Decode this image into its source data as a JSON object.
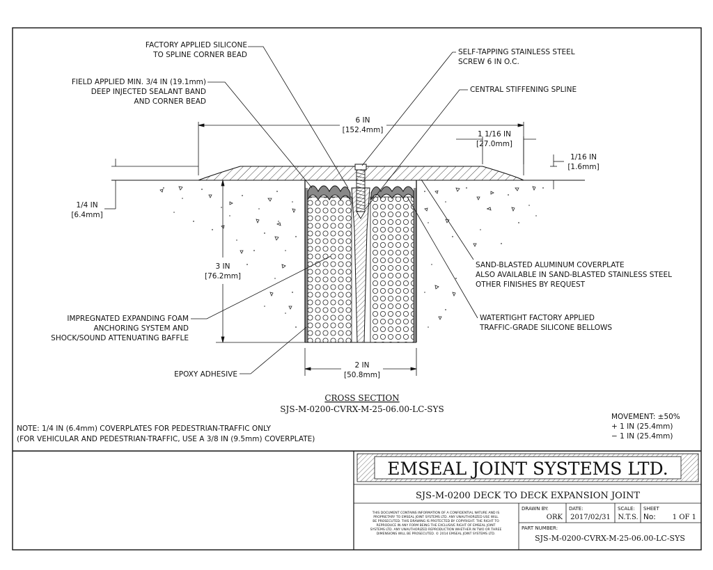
{
  "callouts": {
    "factory_silicone": [
      "FACTORY APPLIED SILICONE",
      "TO SPLINE CORNER BEAD"
    ],
    "field_sealant": [
      "FIELD APPLIED MIN. 3/4 IN (19.1mm)",
      "DEEP INJECTED SEALANT BAND",
      "AND CORNER BEAD"
    ],
    "screw": [
      "SELF-TAPPING STAINLESS STEEL",
      "SCREW 6 IN O.C."
    ],
    "spline": [
      "CENTRAL STIFFENING SPLINE"
    ],
    "coverplate": [
      "SAND-BLASTED ALUMINUM COVERPLATE",
      "ALSO AVAILABLE IN SAND-BLASTED STAINLESS STEEL",
      "OTHER FINISHES BY REQUEST"
    ],
    "bellows": [
      "WATERTIGHT FACTORY APPLIED",
      "TRAFFIC-GRADE SILICONE BELLOWS"
    ],
    "foam": [
      "IMPREGNATED EXPANDING FOAM",
      "ANCHORING SYSTEM AND",
      "SHOCK/SOUND ATTENUATING BAFFLE"
    ],
    "epoxy": [
      "EPOXY ADHESIVE"
    ]
  },
  "dimensions": {
    "width_total": [
      "6 IN",
      "[152.4mm]"
    ],
    "edge": [
      "1 1/16 IN",
      "[27.0mm]"
    ],
    "taper": [
      "1/16 IN",
      "[1.6mm]"
    ],
    "plate_thickness": [
      "1/4 IN",
      "[6.4mm]"
    ],
    "depth": [
      "3 IN",
      "[76.2mm]"
    ],
    "gap": [
      "2 IN",
      "[50.8mm]"
    ]
  },
  "section": {
    "title": "CROSS SECTION",
    "code": "SJS-M-0200-CVRX-M-25-06.00-LC-SYS"
  },
  "notes": [
    "NOTE: 1/4 IN (6.4mm) COVERPLATES FOR PEDESTRIAN-TRAFFIC ONLY",
    "(FOR VEHICULAR AND PEDESTRIAN-TRAFFIC, USE A 3/8 IN (9.5mm) COVERPLATE)"
  ],
  "movement": [
    "MOVEMENT: ±50%",
    "+ 1 IN (25.4mm)",
    "− 1 IN (25.4mm)"
  ],
  "title_block": {
    "company": "EMSEAL JOINT SYSTEMS LTD.",
    "drawing_title": "SJS-M-0200 DECK TO DECK EXPANSION JOINT",
    "disclaimer": [
      "THIS DOCUMENT CONTAINS INFORMATION OF A CONFIDENTIAL NATURE AND IS",
      "PROPRIETARY TO EMSEAL JOINT SYSTEMS LTD. ANY UNAUTHORIZED USE WILL",
      "BE PROSECUTED. THIS DRAWING IS PROTECTED BY COPYRIGHT. THE RIGHT TO",
      "REPRODUCE IN ANY FORM BEING THE EXCLUSIVE RIGHT OF EMSEAL JOINT",
      "SYSTEMS LTD. ANY UNAUTHORIZED REPRODUCTION WHETHER IN TWO OR THREE",
      "DIMENSIONS WILL BE PROSECUTED. © 2014 EMSEAL JOINT SYSTEMS LTD."
    ],
    "drawn_by_label": "DRAWN BY:",
    "drawn_by": "ORK",
    "date_label": "DATE:",
    "date": "2017/02/31",
    "scale_label": "SCALE:",
    "scale": "N.T.S.",
    "sheet_label": "SHEET",
    "sheet_no_label": "No:",
    "sheet": "1 OF 1",
    "part_number_label": "PART NUMBER:",
    "part_number": "SJS-M-0200-CVRX-M-25-06.00-LC-SYS"
  }
}
